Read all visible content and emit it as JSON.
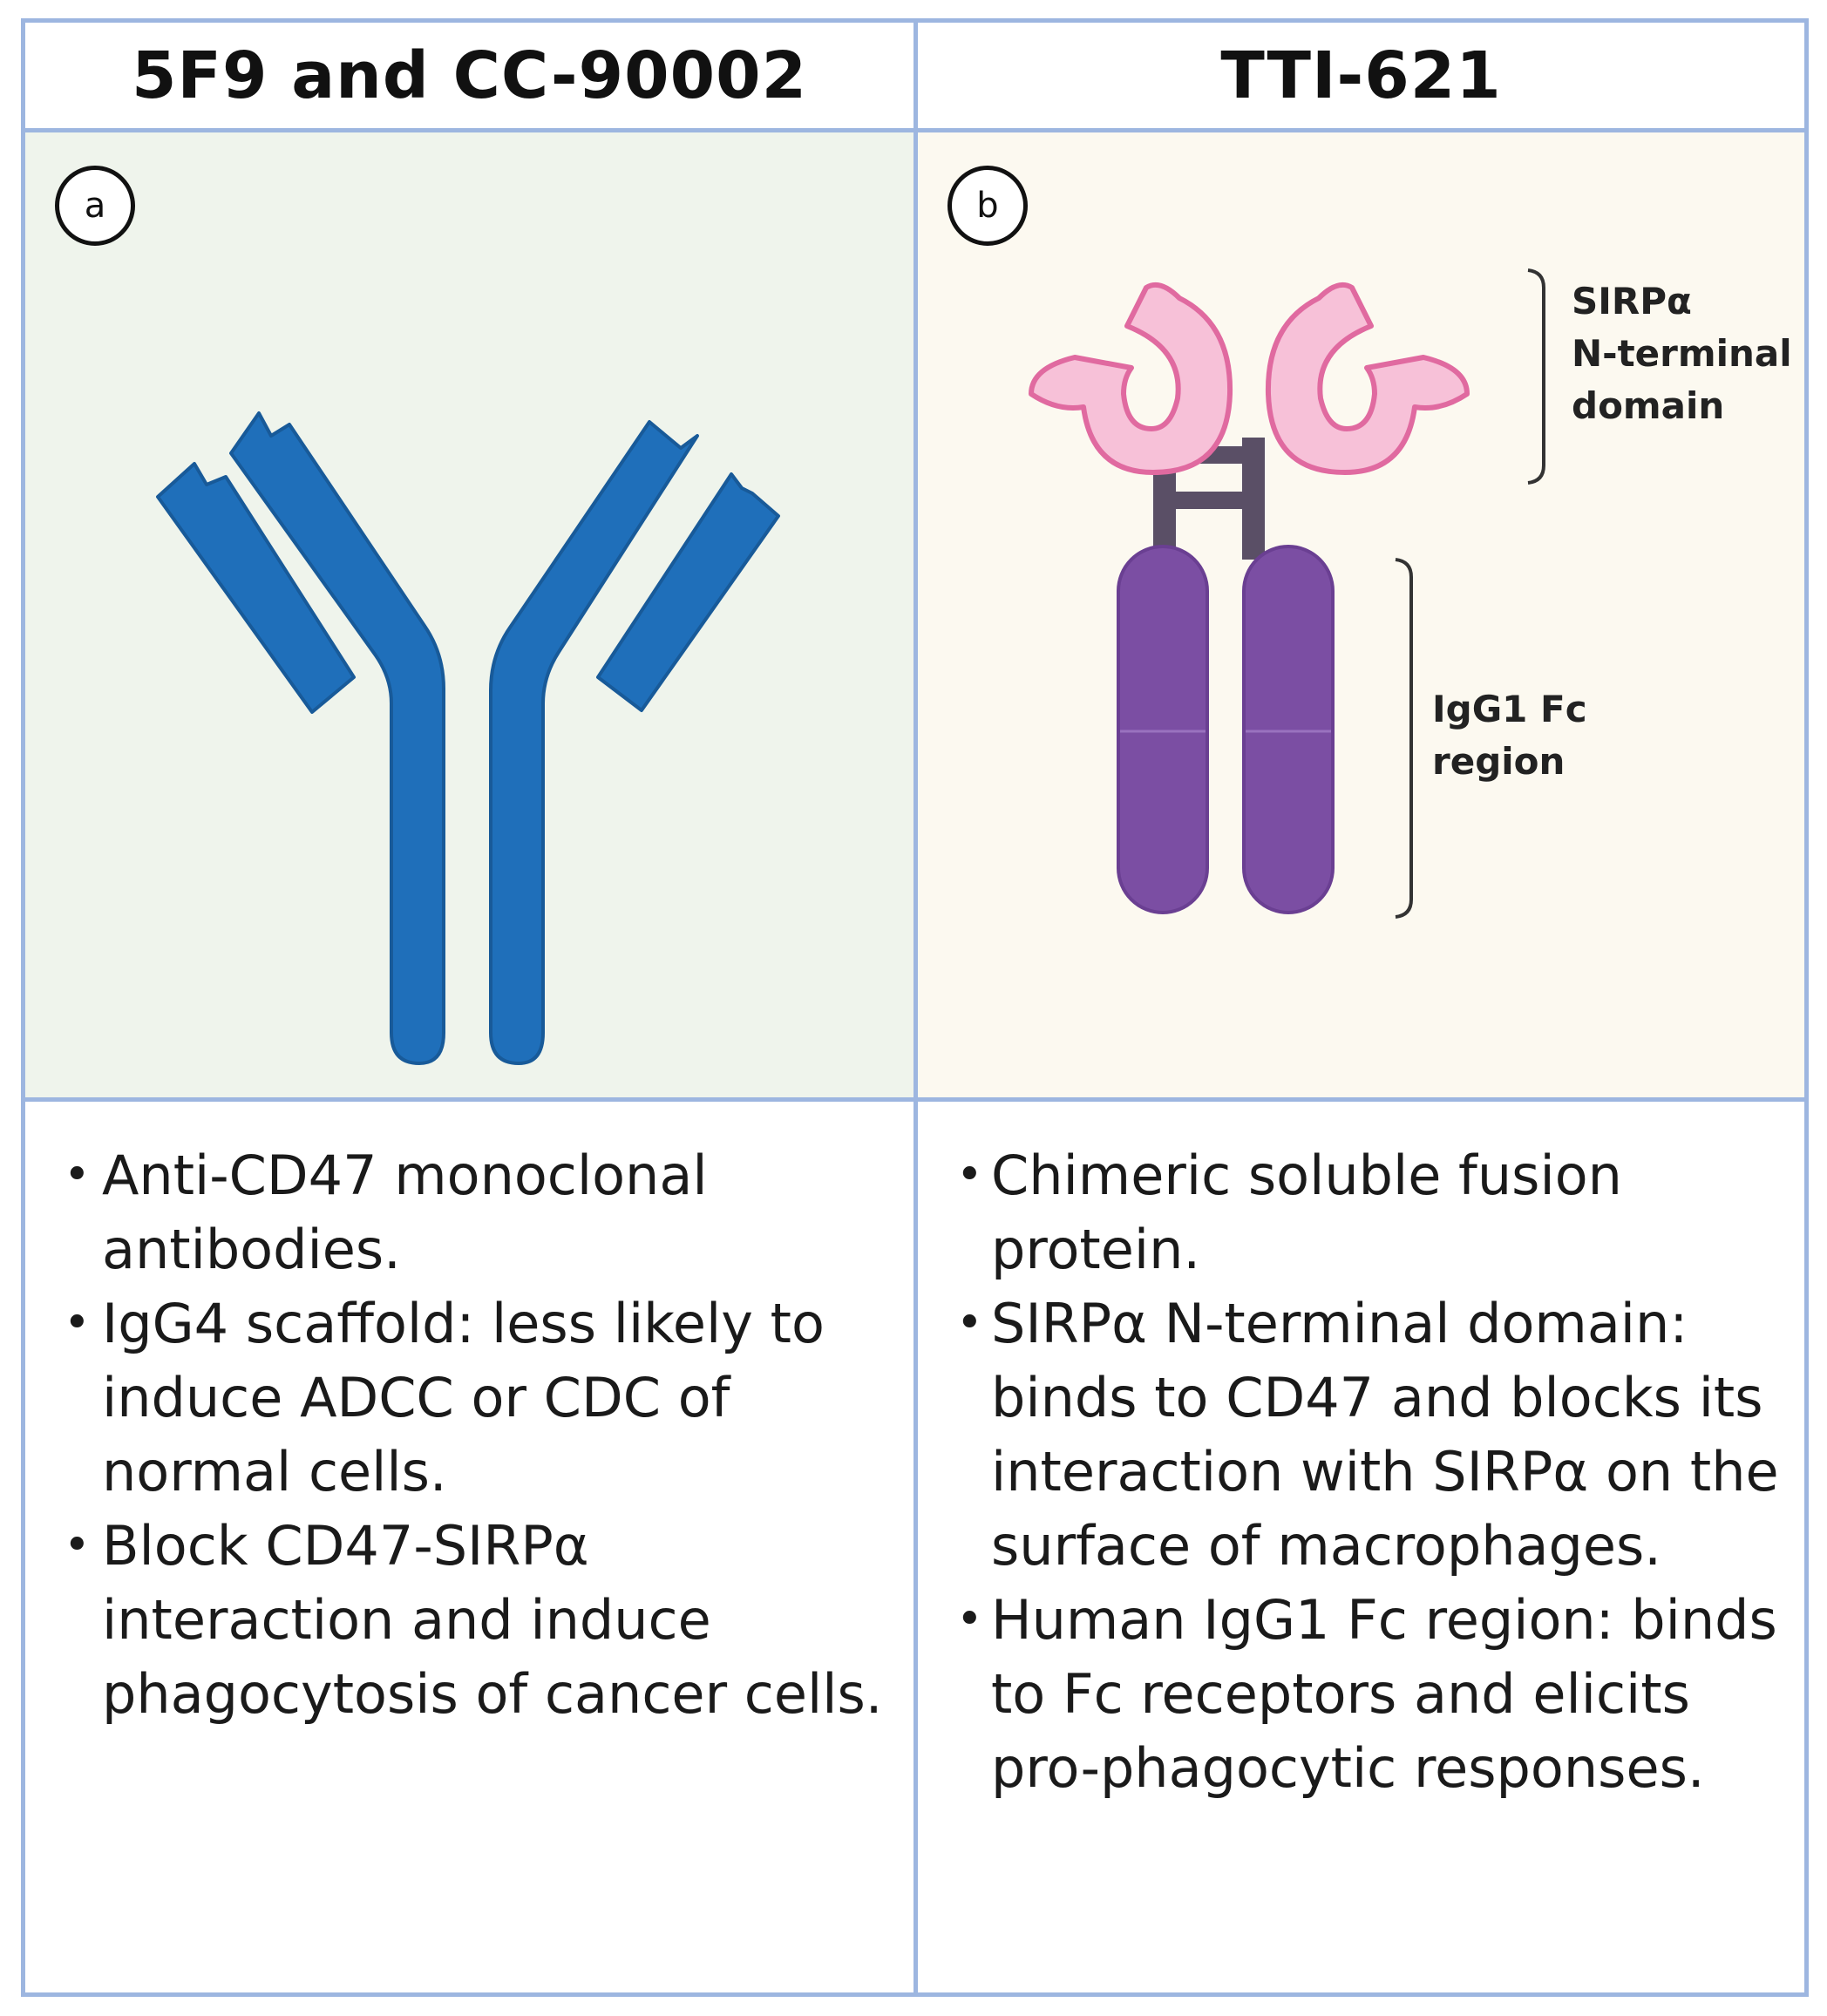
{
  "columns": [
    {
      "title": "5F9 and CC-90002",
      "panel_label": "a",
      "bullets": [
        "Anti-CD47 monoclonal antibodies.",
        "IgG4 scaffold: less likely to induce ADCC or CDC of normal cells.",
        "Block CD47-SIRPα interaction and induce phagocytosis of cancer cells."
      ]
    },
    {
      "title": "TTI-621",
      "panel_label": "b",
      "annotations": {
        "sirpa_domain": [
          "SIRPα",
          "N-terminal",
          "domain"
        ],
        "fc_region": [
          "IgG1 Fc",
          "region"
        ]
      },
      "bullets": [
        "Chimeric soluble fusion protein.",
        "SIRPα N-terminal domain: binds to CD47 and blocks its interaction with SIRPα on the surface of macrophages.",
        "Human IgG1 Fc region: binds to Fc receptors and elicits pro-phagocytic responses."
      ]
    }
  ],
  "colors": {
    "border": "#9db6e0",
    "antibody_blue": "#1f6fba",
    "sirpa_pink": "#f7c1d8",
    "sirpa_outline": "#e06aa0",
    "fc_purple": "#7b4ea3",
    "linker_gray": "#5a4f66"
  }
}
